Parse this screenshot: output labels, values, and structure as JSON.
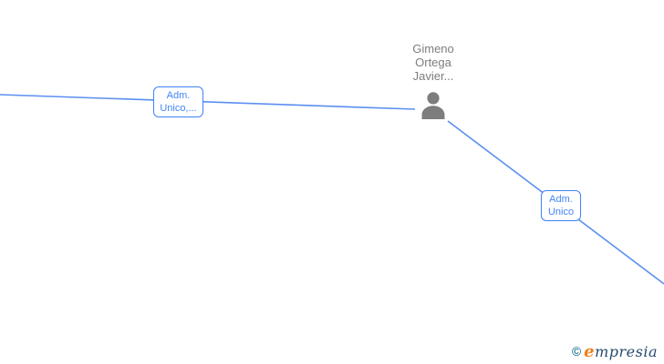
{
  "diagram": {
    "node": {
      "label": "Gimeno Ortega Javier...",
      "icon": "person-icon"
    },
    "edges": [
      {
        "label": "Adm. Unico,...",
        "from": "left-offscreen",
        "to": "person-node"
      },
      {
        "label": "Adm. Unico",
        "from": "person-node",
        "to": "bottom-right-offscreen"
      }
    ]
  },
  "watermark": {
    "copyright": "©",
    "brand_first_letter": "e",
    "brand_rest": "mpresia"
  },
  "colors": {
    "edge_line": "#5b8ff0",
    "edge_label_border": "#4285f4",
    "edge_label_text": "#4285f4",
    "node_text": "#7d7d7d",
    "person_icon": "#7d7d7d",
    "logo_copyright": "#2e7d9c",
    "logo_first_letter": "#ef7f1a",
    "logo_rest": "#274b6d",
    "background": "#ffffff"
  }
}
